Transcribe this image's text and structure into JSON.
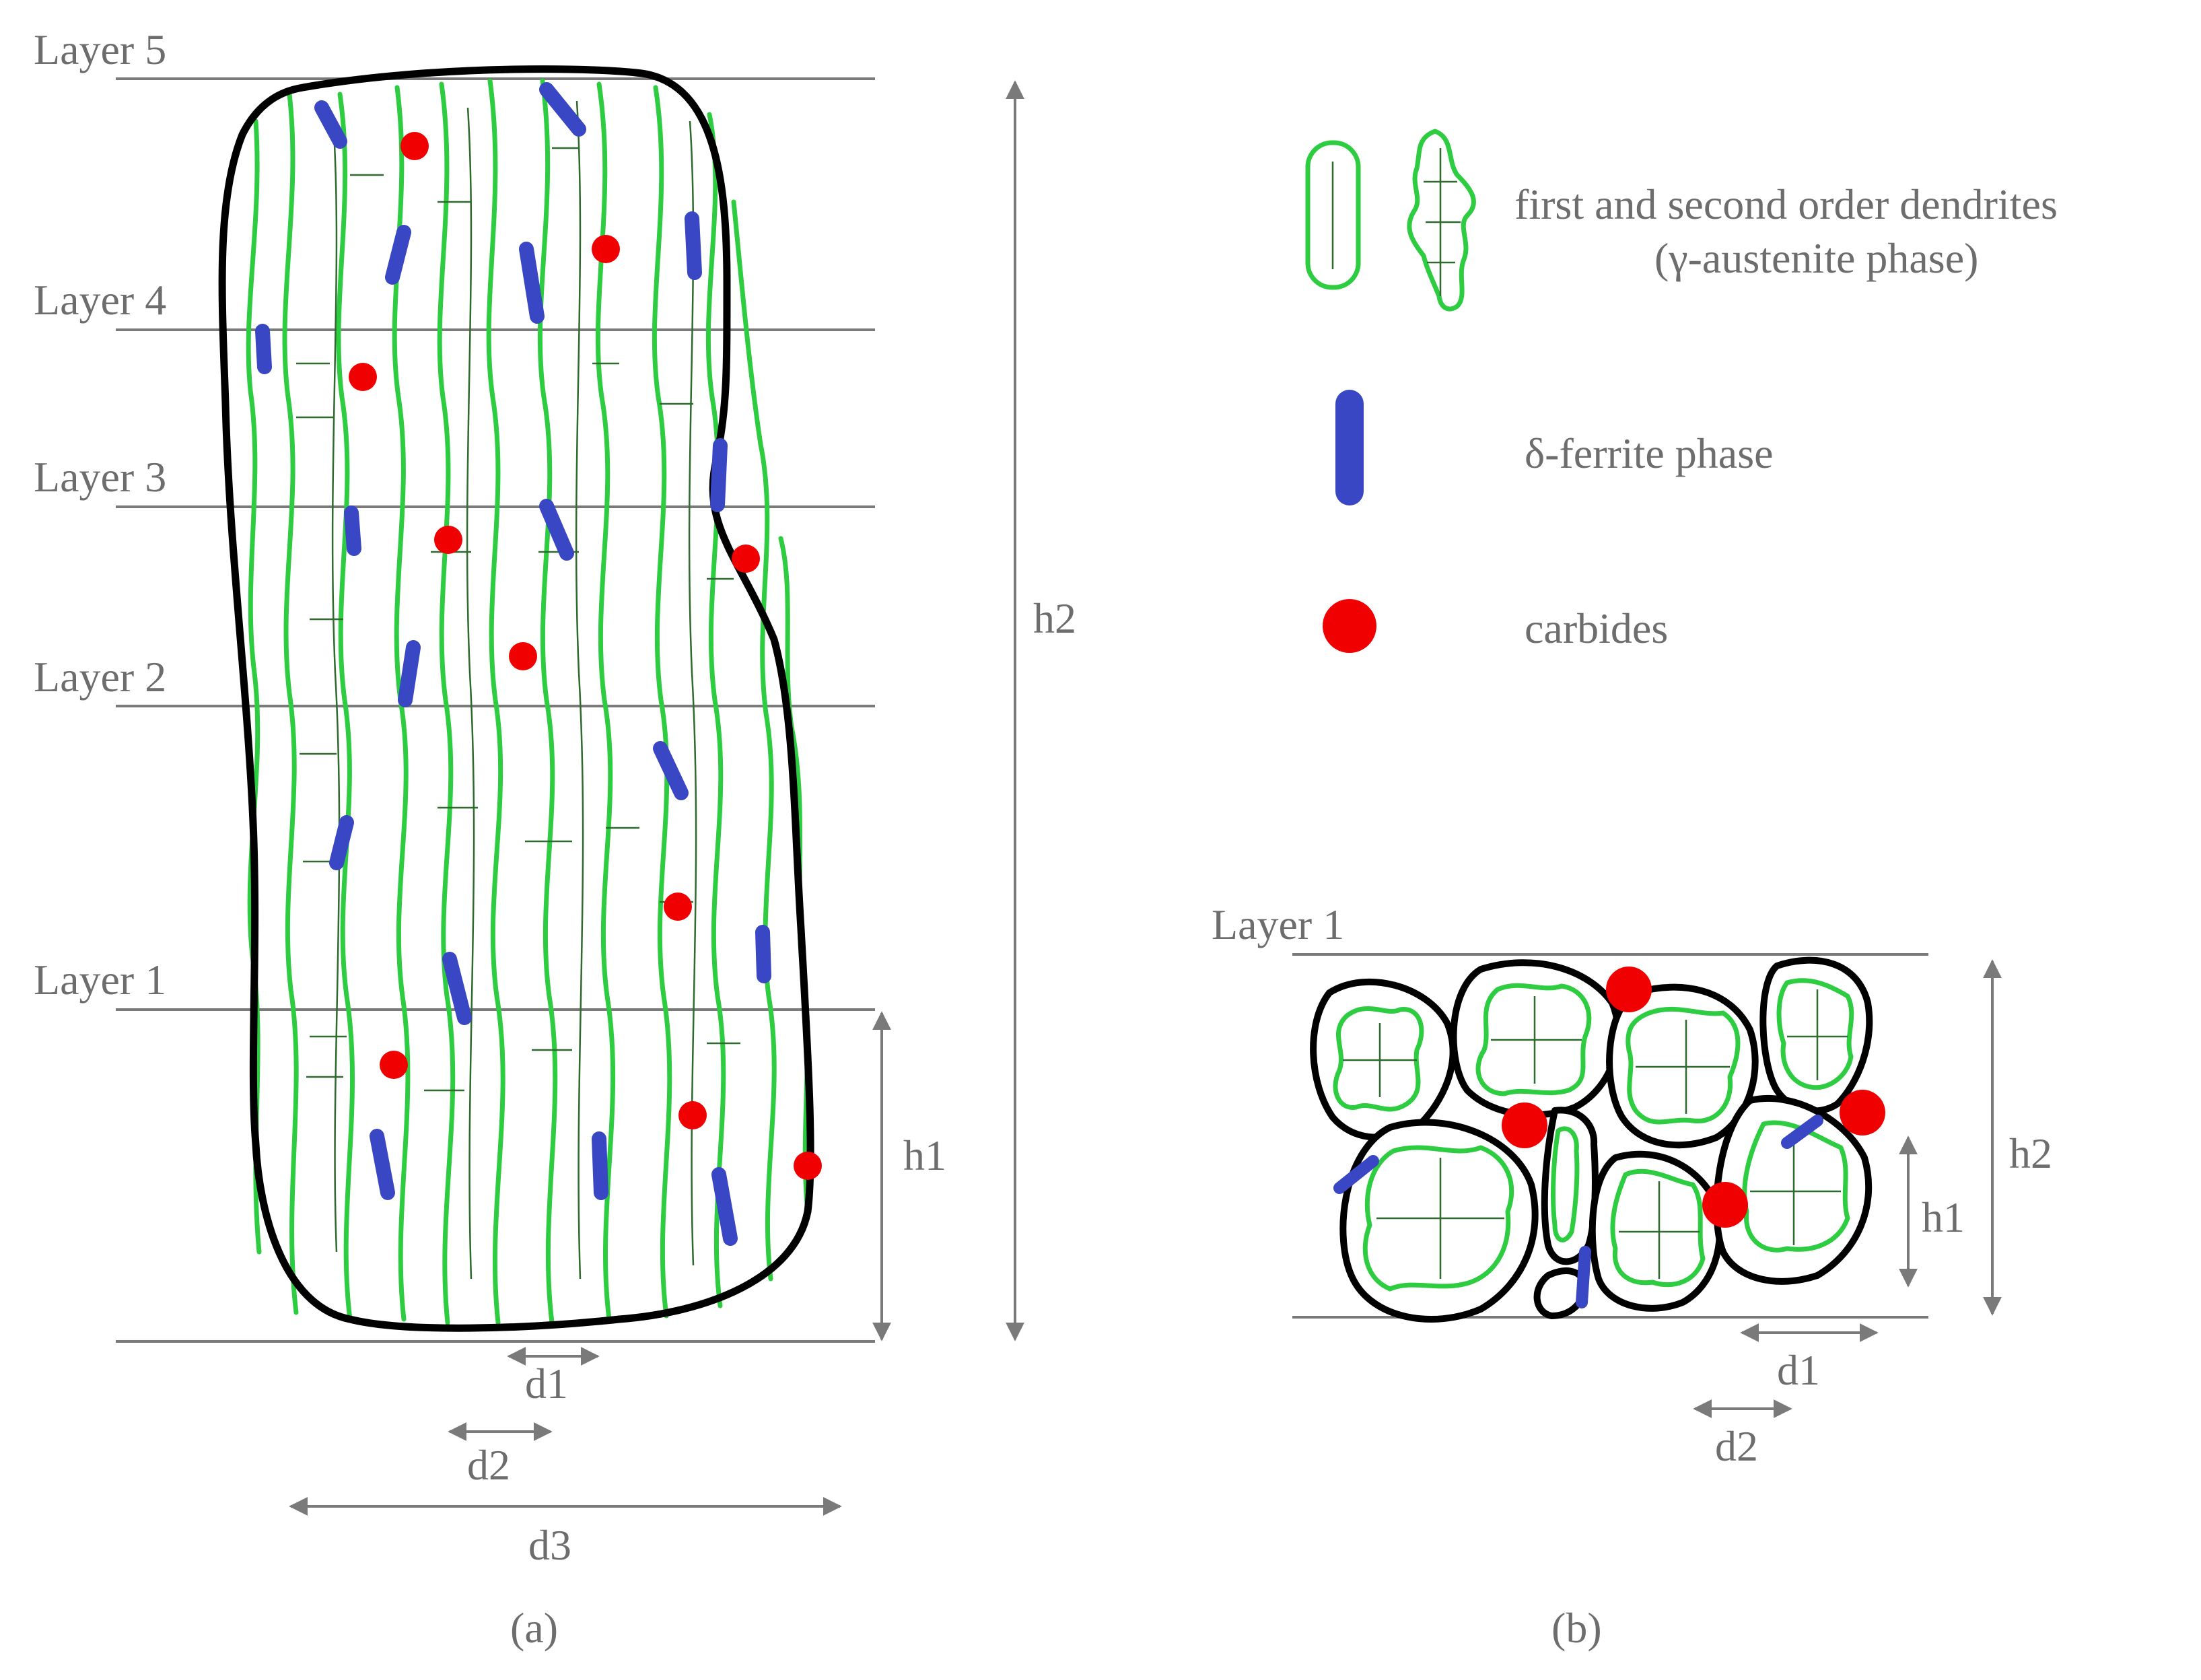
{
  "panel_a": {
    "layers": [
      "Layer 5",
      "Layer 4",
      "Layer 3",
      "Layer 2",
      "Layer 1"
    ],
    "dimensions": {
      "h1": "h1",
      "h2": "h2",
      "d1": "d1",
      "d2": "d2",
      "d3": "d3"
    },
    "caption": "(a)"
  },
  "panel_b": {
    "layer": "Layer 1",
    "dimensions": {
      "h1": "h1",
      "h2": "h2",
      "d1": "d1",
      "d2": "d2"
    },
    "caption": "(b)"
  },
  "legend": {
    "dendrites_line1": "first and second order dendrites",
    "dendrites_line2": "(γ-austenite phase)",
    "ferrite": "δ-ferrite phase",
    "carbides": "carbides"
  },
  "colors": {
    "dendrite": "#2ecc40",
    "ferrite": "#3a47c4",
    "carbide": "#f00000",
    "outline": "#000000",
    "guide": "#7a7a7a"
  }
}
